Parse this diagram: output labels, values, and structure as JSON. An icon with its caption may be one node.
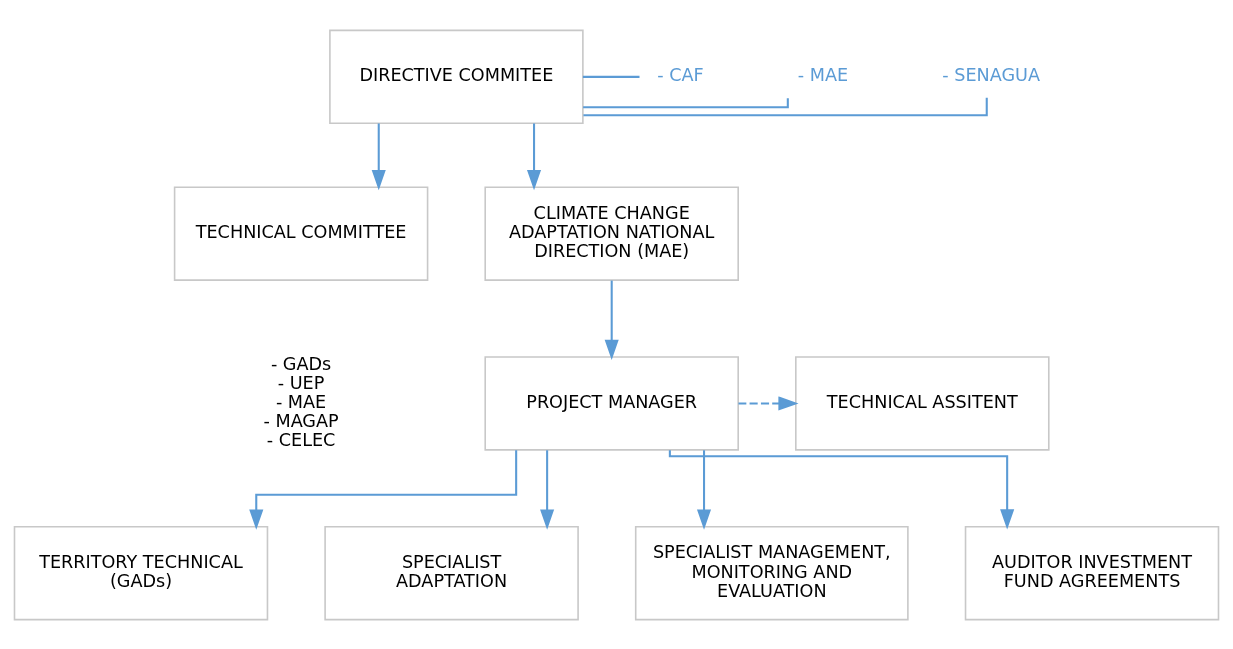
{
  "diagram": {
    "nodes": [
      {
        "text": [
          "DIRECTIVE COMMITEE"
        ]
      },
      {
        "text": [
          "- CAF"
        ]
      },
      {
        "text": [
          "- MAE"
        ]
      },
      {
        "text": [
          "- SENAGUA"
        ]
      },
      {
        "text": [
          "TECHNICAL COMMITTEE"
        ],
        "beside": [
          "- GADs",
          "- UEP",
          "- MAE",
          "- MAGAP",
          "- CELEC"
        ]
      },
      {
        "text": [
          "CLIMATE CHANGE ADAPTATION NATIONAL DIRECTION (MAE)"
        ]
      },
      {
        "text": [
          "PROJECT MANAGER"
        ]
      },
      {
        "text": [
          "TECHNICAL ASSITENT"
        ]
      },
      {
        "text": [
          "TERRITORY TECHNICAL (GADs)"
        ]
      },
      {
        "text": [
          "SPECIALIST ADAPTATION"
        ]
      },
      {
        "text": [
          "SPECIALIST MANAGEMENT, MONITORING AND EVALUATION"
        ]
      },
      {
        "text": [
          "AUDITOR INVESTMENT FUND AGREEMENTS"
        ]
      }
    ],
    "edges": [
      {
        "from": 0,
        "to": 1,
        "arrow": "none"
      },
      {
        "from": 0,
        "to": 2,
        "arrow": "none"
      },
      {
        "from": 0,
        "to": 3,
        "arrow": "none"
      },
      {
        "from": 0,
        "to": 4,
        "arrow": "to"
      },
      {
        "from": 0,
        "to": 5,
        "arrow": "to"
      },
      {
        "from": 5,
        "to": 6,
        "arrow": "to"
      },
      {
        "from": 6,
        "to": 7,
        "arrow": "to",
        "style": "dashed"
      },
      {
        "from": 6,
        "to": 8,
        "arrow": "to"
      },
      {
        "from": 6,
        "to": 9,
        "arrow": "to"
      },
      {
        "from": 6,
        "to": 10,
        "arrow": "to"
      },
      {
        "from": 6,
        "to": 11,
        "arrow": "to"
      }
    ]
  }
}
